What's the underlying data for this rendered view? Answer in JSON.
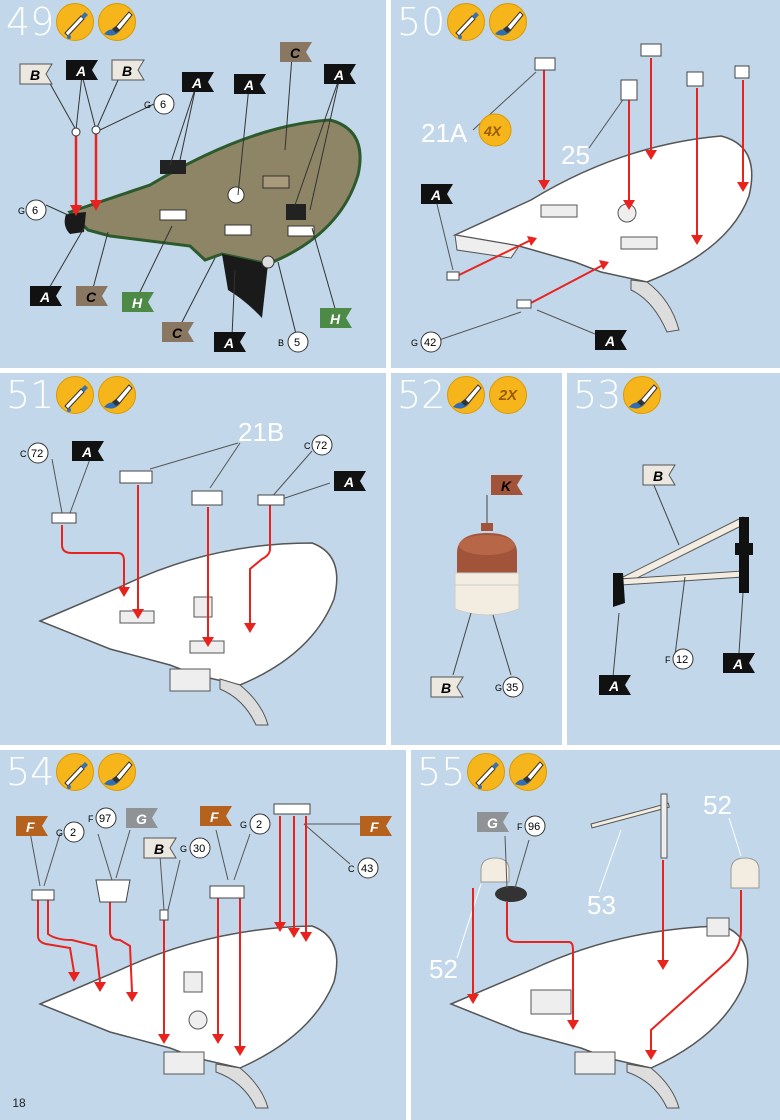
{
  "page_number": "18",
  "steps": [
    {
      "number": "49",
      "labels": {
        "flagB1": "B",
        "flagA1": "A",
        "flagB2": "B",
        "g6a": "G",
        "n6a": "6",
        "flagA2": "A",
        "flagA3": "A",
        "flagC1": "C",
        "flagA4": "A",
        "g6b": "G",
        "n6b": "6",
        "flagA5": "A",
        "flagC2": "C",
        "flagH1": "H",
        "flagC3": "C",
        "flagA6": "A",
        "b5": "B",
        "n5": "5",
        "flagH2": "H"
      }
    },
    {
      "number": "50",
      "labels": {
        "part21a": "21A",
        "qty4x": "4X",
        "part25": "25",
        "flagA1": "A",
        "g42": "G",
        "n42": "42",
        "flagA2": "A"
      }
    },
    {
      "number": "51",
      "labels": {
        "c72a": "C",
        "n72a": "72",
        "flagA1": "A",
        "part21b": "21B",
        "c72b": "C",
        "n72b": "72",
        "flagA2": "A"
      }
    },
    {
      "number": "52",
      "labels": {
        "qty2x": "2X",
        "flagK": "K",
        "flagB": "B",
        "g35": "G",
        "n35": "35"
      }
    },
    {
      "number": "53",
      "labels": {
        "flagB": "B",
        "f12": "F",
        "n12": "12",
        "flagA1": "A",
        "flagA2": "A"
      }
    },
    {
      "number": "54",
      "labels": {
        "flagF1": "F",
        "g2a": "G",
        "n2a": "2",
        "f97": "F",
        "n97": "97",
        "flagG": "G",
        "flagB": "B",
        "g30": "G",
        "n30": "30",
        "flagF2": "F",
        "g2b": "G",
        "n2b": "2",
        "flagF3": "F",
        "c43": "C",
        "n43": "43"
      }
    },
    {
      "number": "55",
      "labels": {
        "flagG": "G",
        "f96": "F",
        "n96": "96",
        "part52a": "52",
        "part53": "53",
        "part52b": "52"
      }
    }
  ],
  "colors": {
    "panel": "#c2d8ea",
    "icon": "#f5b51b",
    "arrow": "#e8231e",
    "flagA": "#111111",
    "flagB": "#ece8df",
    "flagC": "#8a7762",
    "flagH": "#4d8a46",
    "flagK": "#a2543a",
    "flagF": "#b4621e",
    "flagG": "#8f9396",
    "deck": "#8e8466"
  },
  "icons": [
    "glue-icon",
    "paint-brush-icon"
  ]
}
